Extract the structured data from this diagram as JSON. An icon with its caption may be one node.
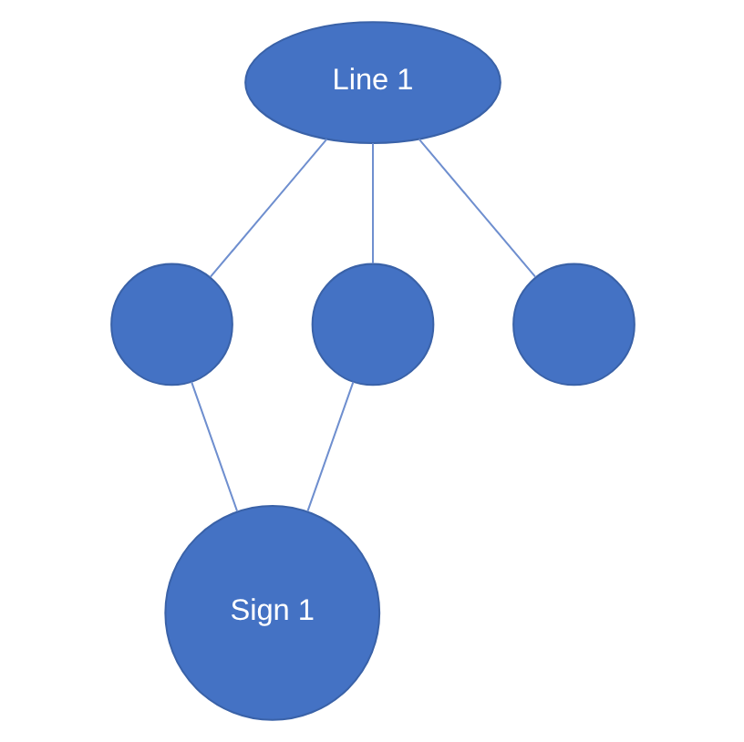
{
  "diagram": {
    "nodes": [
      {
        "text": [
          "Line 1"
        ]
      },
      {
        "text": [],
        "shape": "circle"
      },
      {
        "text": [],
        "shape": "circle"
      },
      {
        "text": [],
        "shape": "circle"
      },
      {
        "text": [
          "Sign 1"
        ]
      }
    ],
    "edges": [
      {
        "from": 0,
        "to": 1,
        "arrow": "none"
      },
      {
        "from": 0,
        "to": 2,
        "arrow": "none"
      },
      {
        "from": 0,
        "to": 3,
        "arrow": "none"
      },
      {
        "from": 1,
        "to": 4,
        "arrow": "none"
      },
      {
        "from": 2,
        "to": 4,
        "arrow": "none"
      }
    ]
  }
}
